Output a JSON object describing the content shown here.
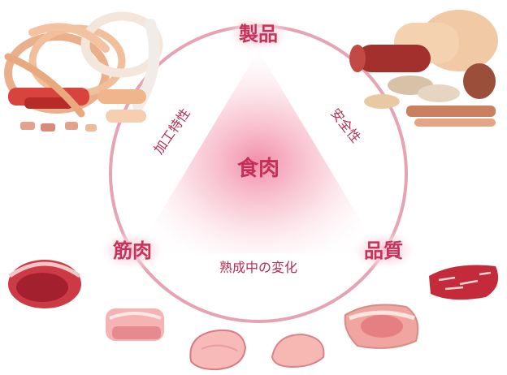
{
  "diagram": {
    "center_label": "食肉",
    "nodes": {
      "top": "製品",
      "left": "筋肉",
      "right": "品質"
    },
    "edges": {
      "left_arc": "加工特性",
      "right_arc": "安全性",
      "bottom_arc": "熟成中の変化"
    }
  },
  "colors": {
    "ring": "#e6a3b4",
    "text": "#c8325a",
    "glow": "#f29ab2"
  },
  "illustrations": [
    "sausages-icon",
    "ham-and-salami-icon",
    "beef-block-icon",
    "pork-cut-icon",
    "chicken-thigh-icon",
    "chicken-breast-icon",
    "loin-steak-icon",
    "marbled-beef-icon"
  ]
}
